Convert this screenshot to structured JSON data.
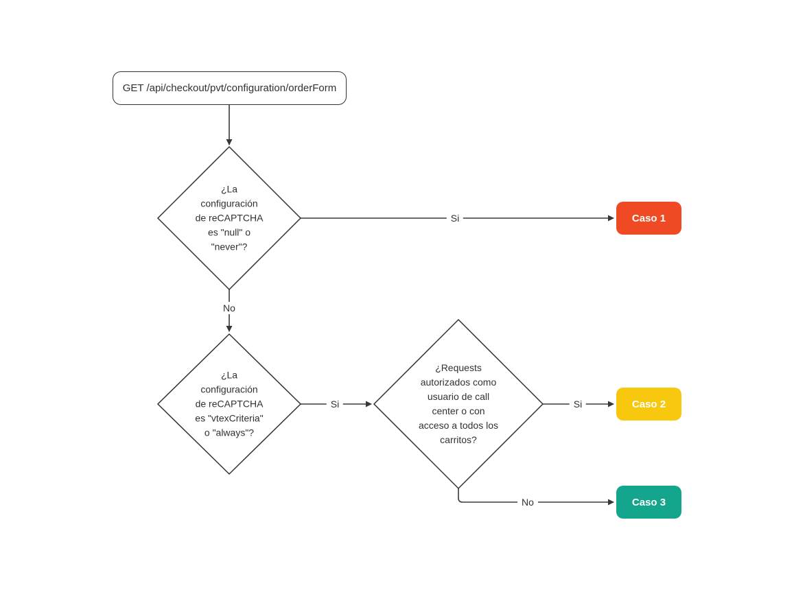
{
  "diagram": {
    "title": "reCAPTCHA orderForm flowchart",
    "line_color": "#3A3836",
    "stroke_color": "#33302E",
    "text_color": "#33302E",
    "start": {
      "label": "GET /api/checkout/pvt/configuration/orderForm"
    },
    "decisions": [
      {
        "id": "d1",
        "text": "¿La\nconfiguración\nde reCAPTCHA\nes \"null\" o\n\"never\"?"
      },
      {
        "id": "d2",
        "text": "¿La\nconfiguración\nde reCAPTCHA\nes \"vtexCriteria\"\no \"always\"?"
      },
      {
        "id": "d3",
        "text": "¿Requests\nautorizados como\nusuario de call\ncenter o con\nacceso a todos los\ncarritos?"
      }
    ],
    "edges": {
      "d1_yes": "Si",
      "d1_no": "No",
      "d2_yes": "Si",
      "d3_yes": "Si",
      "d3_no": "No"
    },
    "outcomes": [
      {
        "label": "Caso 1",
        "color": "#EF4A23"
      },
      {
        "label": "Caso 2",
        "color": "#F7C80E"
      },
      {
        "label": "Caso 3",
        "color": "#14A68C"
      }
    ]
  }
}
